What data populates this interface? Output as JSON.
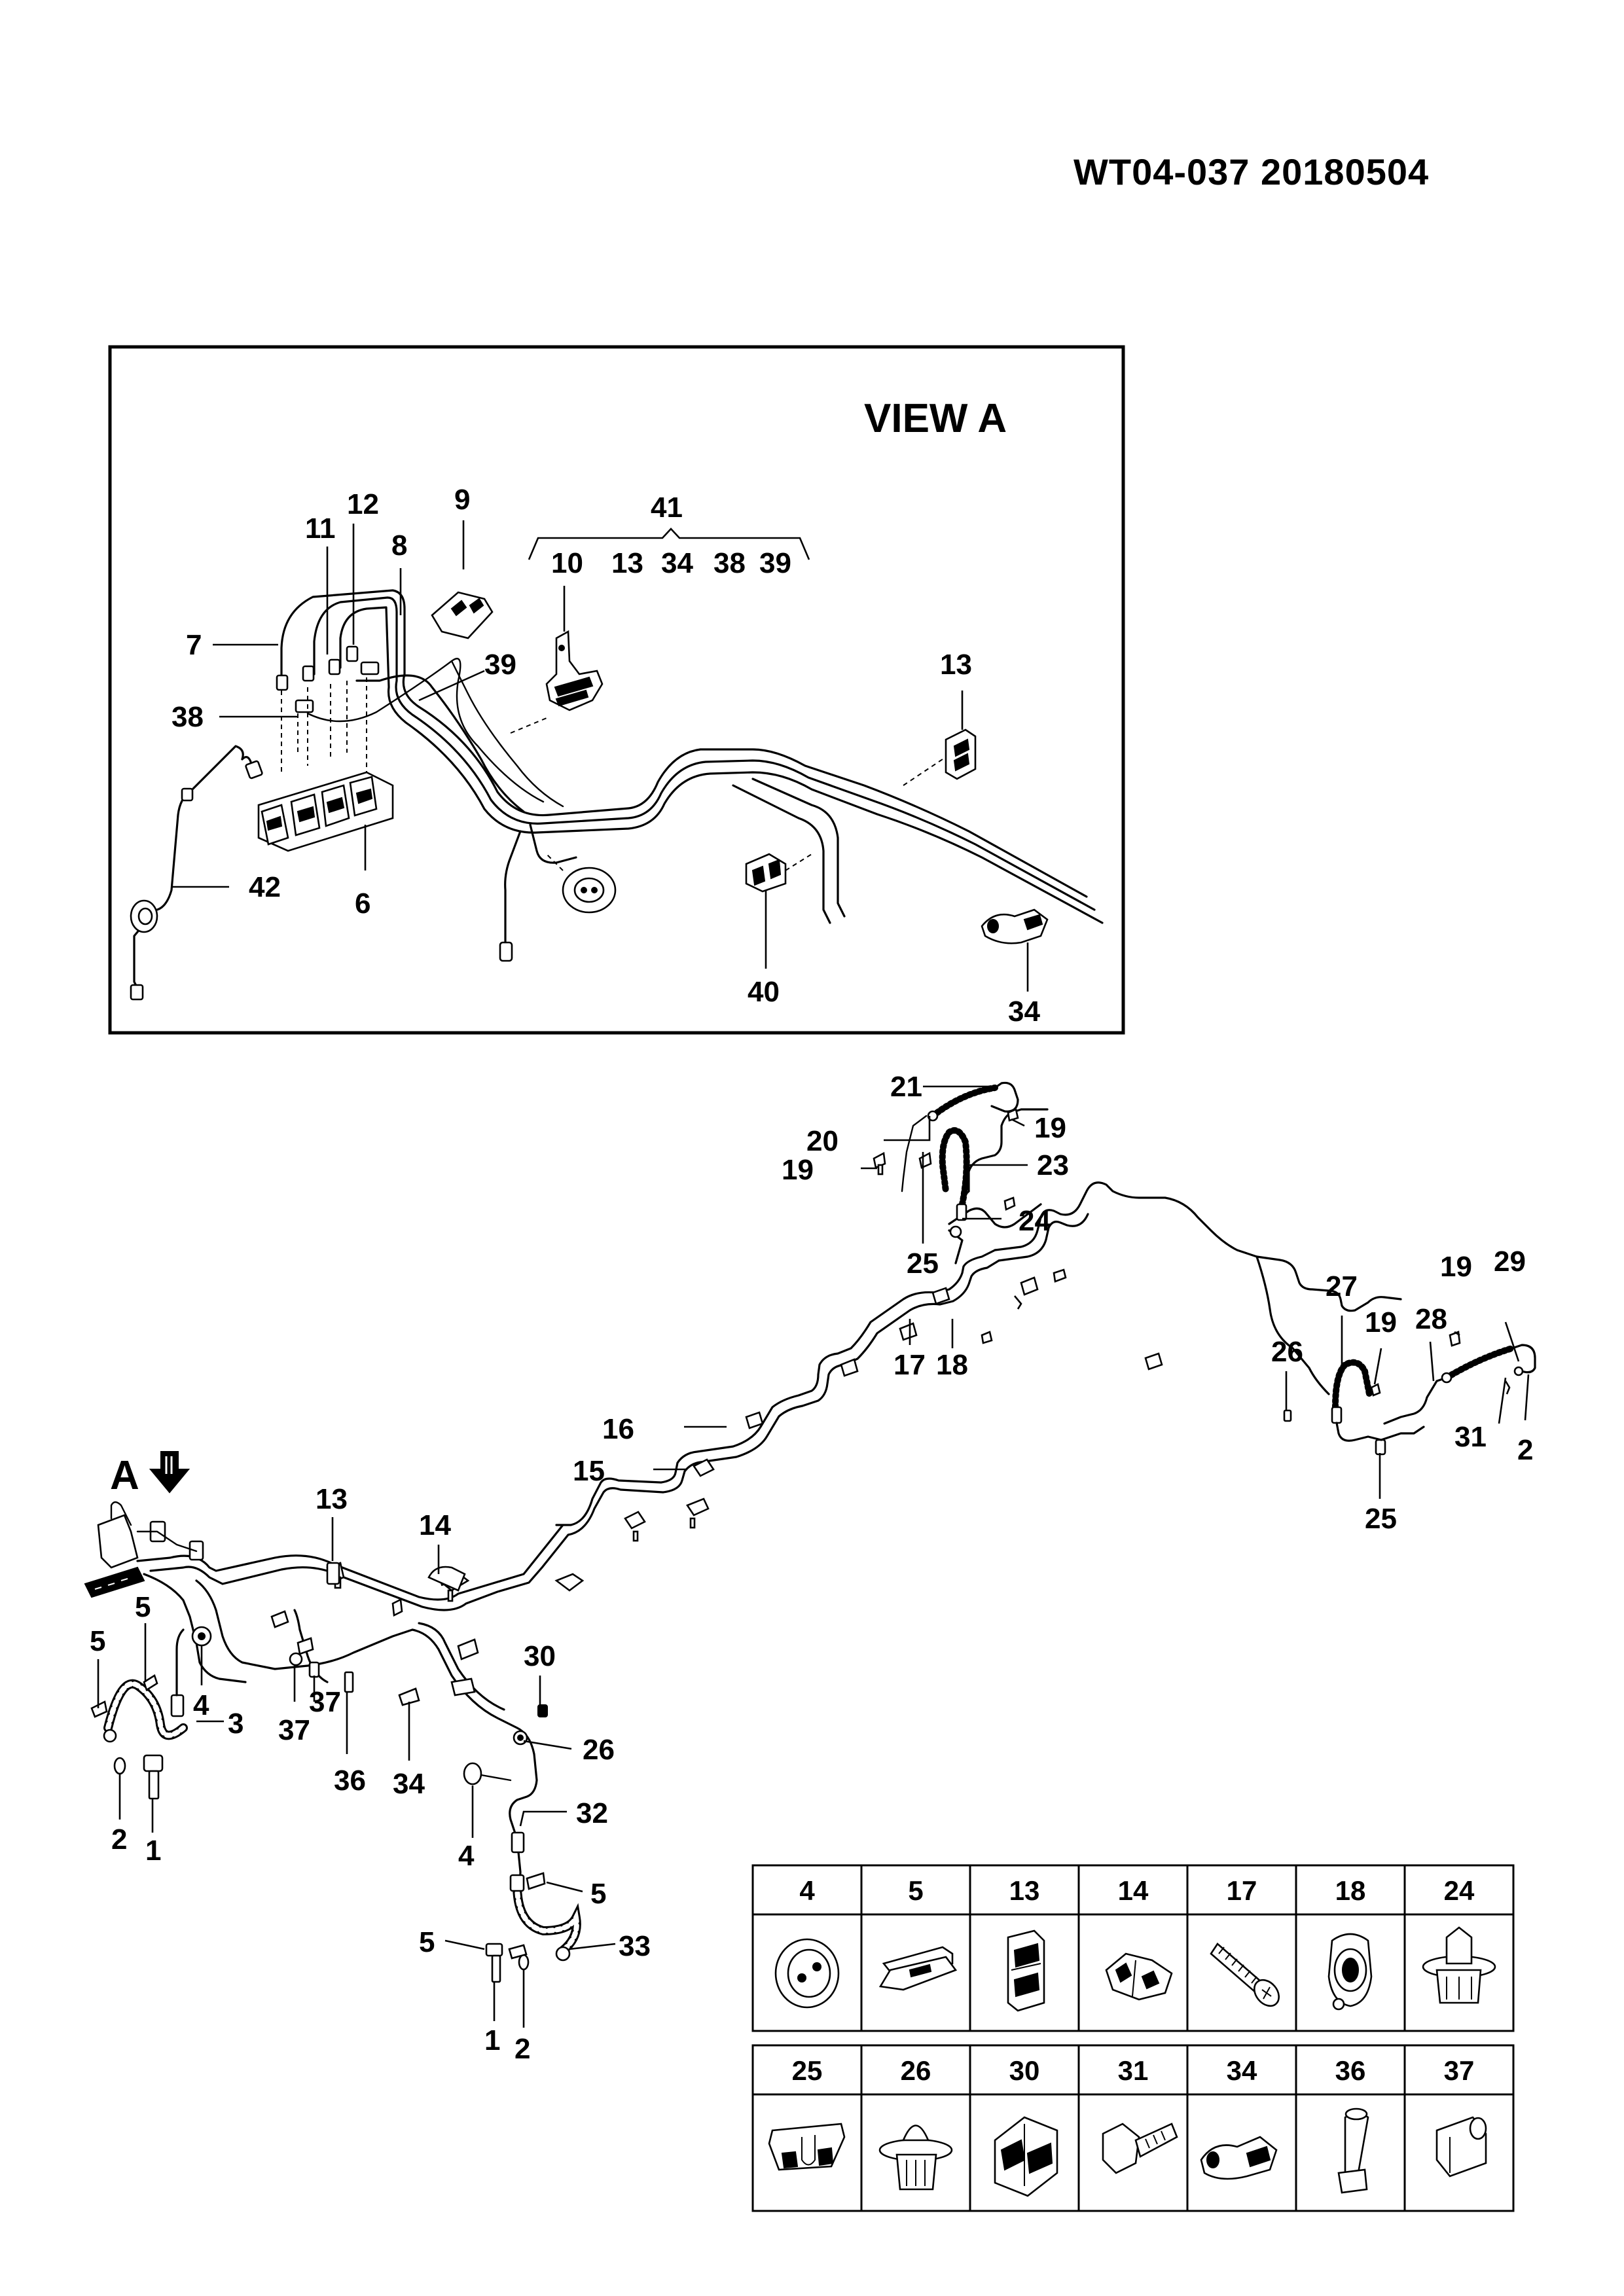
{
  "header": {
    "code": "WT04-037  20180504"
  },
  "view_a": {
    "title": "VIEW  A",
    "group_number": "41",
    "group_members": [
      "10",
      "13",
      "34",
      "38",
      "39"
    ],
    "callouts": [
      "12",
      "9",
      "11",
      "8",
      "7",
      "39",
      "38",
      "13",
      "42",
      "6",
      "40",
      "34"
    ]
  },
  "main": {
    "view_marker": "A",
    "callouts": [
      "21",
      "20",
      "19",
      "23",
      "19",
      "25",
      "24",
      "29",
      "19",
      "27",
      "19",
      "28",
      "26",
      "31",
      "2",
      "25",
      "17",
      "18",
      "16",
      "15",
      "13",
      "14",
      "30",
      "5",
      "5",
      "4",
      "3",
      "37",
      "37",
      "36",
      "34",
      "26",
      "2",
      "1",
      "32",
      "4",
      "5",
      "5",
      "33",
      "1",
      "2"
    ]
  },
  "parts_table": {
    "row1": [
      "4",
      "5",
      "13",
      "14",
      "17",
      "18",
      "24"
    ],
    "row2": [
      "25",
      "26",
      "30",
      "31",
      "34",
      "36",
      "37"
    ]
  }
}
